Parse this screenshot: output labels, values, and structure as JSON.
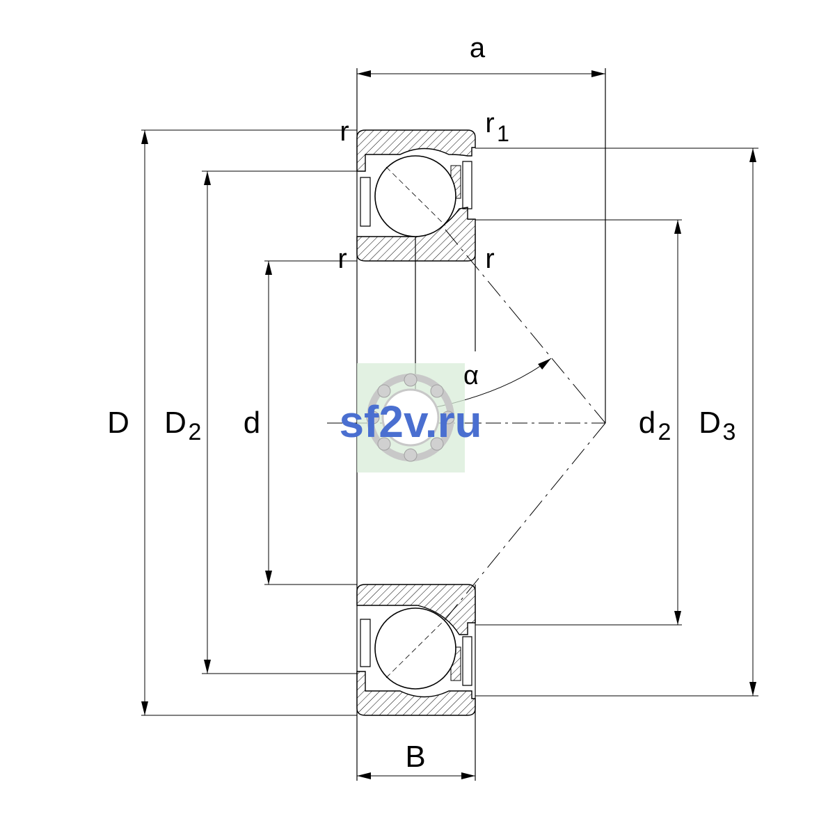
{
  "labels": {
    "a": "a",
    "r_top_left": "r",
    "r1_main": "r",
    "r1_sub": "1",
    "r_mid_left": "r",
    "r_mid_right": "r",
    "alpha": "α",
    "D": "D",
    "D2_main": "D",
    "D2_sub": "2",
    "d": "d",
    "d2_main": "d",
    "d2_sub": "2",
    "D3_main": "D",
    "D3_sub": "3",
    "B": "B"
  },
  "watermark": {
    "text": "sf2v.ru",
    "text_color": "#4a6fd0",
    "badge_color": "#d8ecd8"
  },
  "colors": {
    "line": "#000000",
    "background": "#ffffff"
  }
}
